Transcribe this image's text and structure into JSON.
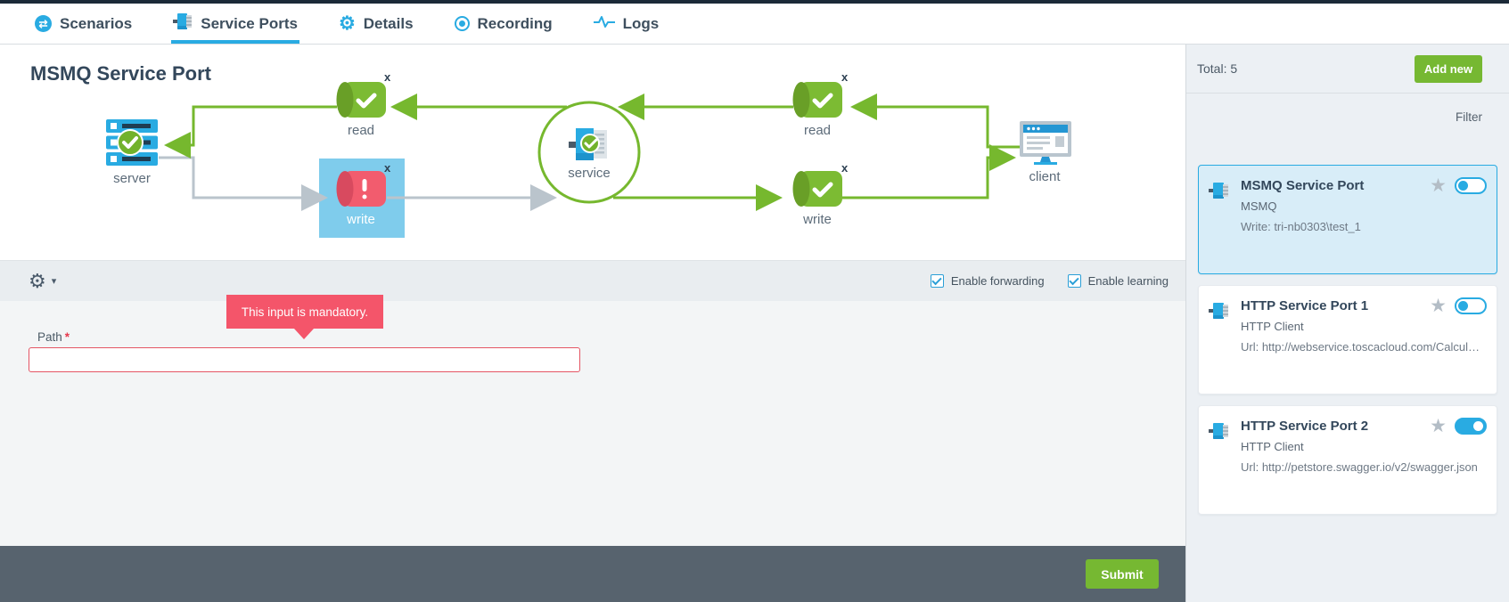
{
  "nav": {
    "tabs": [
      {
        "label": "Scenarios",
        "icon": "sync-icon",
        "active": false
      },
      {
        "label": "Service Ports",
        "icon": "plug-icon",
        "active": true
      },
      {
        "label": "Details",
        "icon": "gear-icon",
        "active": false
      },
      {
        "label": "Recording",
        "icon": "record-icon",
        "active": false
      },
      {
        "label": "Logs",
        "icon": "pulse-icon",
        "active": false
      }
    ]
  },
  "diagram": {
    "title": "MSMQ Service Port",
    "nodes": {
      "server": "server",
      "read_left": "read",
      "write_left": "write",
      "service": "service",
      "read_right": "read",
      "write_right": "write",
      "client": "client"
    },
    "close_label": "x"
  },
  "toolbar": {
    "forwarding_label": "Enable forwarding",
    "learning_label": "Enable learning",
    "forwarding_checked": true,
    "learning_checked": true
  },
  "form": {
    "tooltip": "This input is mandatory.",
    "path_label": "Path",
    "required_mark": "*",
    "path_value": "",
    "submit_label": "Submit"
  },
  "sidebar": {
    "total_label": "Total: 5",
    "add_new_label": "Add new",
    "filter_label": "Filter",
    "cards": [
      {
        "title": "MSMQ Service Port",
        "subtitle": "MSMQ",
        "detail": "Write: tri-nb0303\\test_1",
        "selected": true,
        "enabled": false
      },
      {
        "title": "HTTP Service Port 1",
        "subtitle": "HTTP Client",
        "detail": "Url: http://webservice.toscacloud.com/Calculat...",
        "selected": false,
        "enabled": false
      },
      {
        "title": "HTTP Service Port 2",
        "subtitle": "HTTP Client",
        "detail": "Url: http://petstore.swagger.io/v2/swagger.json",
        "selected": false,
        "enabled": true
      }
    ]
  },
  "icons": {
    "star": "★",
    "gear": "⚙",
    "caret": "▾",
    "sync": "⇄"
  },
  "colors": {
    "accent_blue": "#29abe2",
    "button_green": "#76b832",
    "diagram_green": "#76b82e",
    "tooltip_red": "#f4556a",
    "error_border": "#e45564",
    "dark_text": "#33475b",
    "footer_dark": "#57636e",
    "write_highlight": "#7fccec",
    "gray_line": "#bac4cc"
  }
}
